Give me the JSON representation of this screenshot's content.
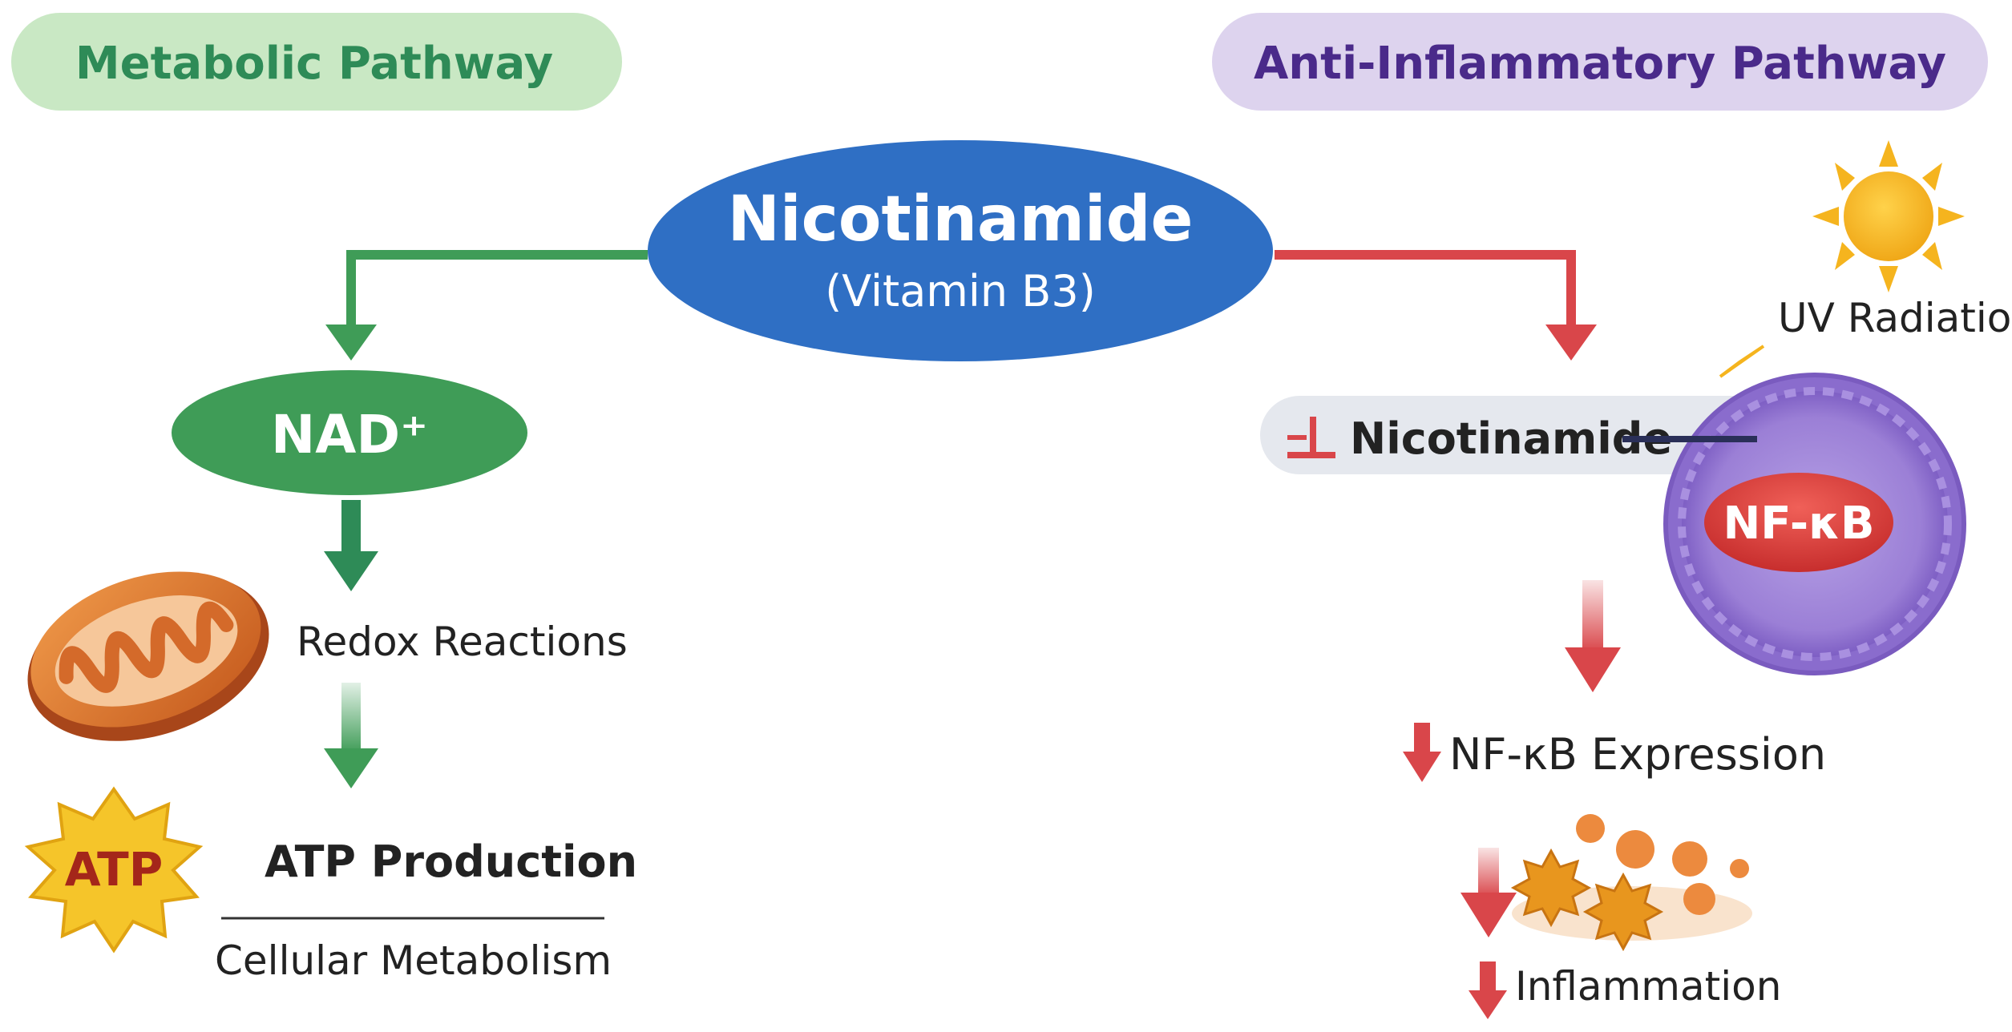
{
  "banners": {
    "left": "Metabolic Pathway",
    "right": "Anti-Inflammatory Pathway"
  },
  "center": {
    "title": "Nicotinamide",
    "subtitle": "(Vitamin B3)"
  },
  "metabolic": {
    "nad": "NAD⁺",
    "redox": "Redox Reactions",
    "atp_badge": "ATP",
    "atp_production": "ATP Production",
    "cellular": "Cellular Metabolism"
  },
  "inflammatory": {
    "uv": "UV Radiation",
    "inhibitor": "Nicotinamide",
    "nfkb": "NF-κB",
    "expression": "NF-κB Expression",
    "inflammation": "Inflammation"
  },
  "colors": {
    "metabolic_banner": "#c9e8c4",
    "metabolic_text": "#2e8b57",
    "inflammatory_banner": "#ddd3ee",
    "inflammatory_text": "#4a2a8a",
    "center_ellipse": "#2f6fc4",
    "nad_green": "#3f9c57",
    "red_arrow": "#d9464a",
    "cell_purple": "#9b7fd6",
    "nfkb_red": "#d93a3a"
  }
}
